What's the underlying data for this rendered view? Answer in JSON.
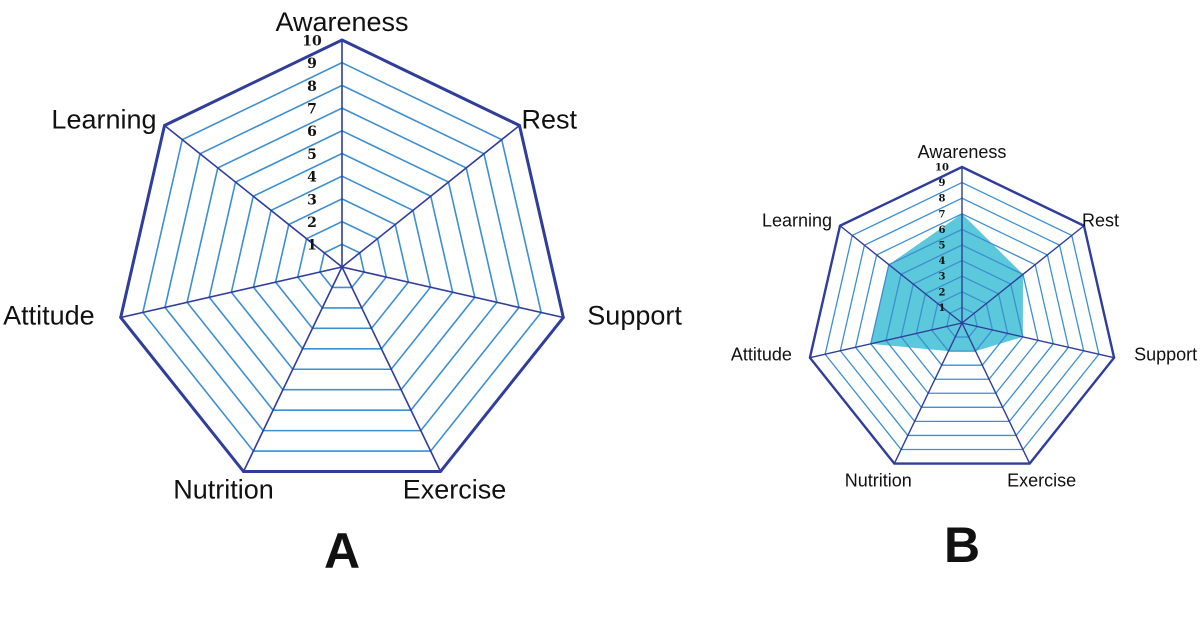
{
  "colors": {
    "grid": "#3d8fd1",
    "frame": "#2f3d9b",
    "fill": "#5bc8dc",
    "text": "#111111"
  },
  "chart_data": [
    {
      "type": "radar",
      "panel_label": "A",
      "axes": [
        "Awareness",
        "Rest",
        "Support",
        "Exercise",
        "Nutrition",
        "Attitude",
        "Learning"
      ],
      "scale": [
        1,
        2,
        3,
        4,
        5,
        6,
        7,
        8,
        9,
        10
      ],
      "rmax": 10,
      "series": []
    },
    {
      "type": "radar",
      "panel_label": "B",
      "axes": [
        "Awareness",
        "Rest",
        "Support",
        "Exercise",
        "Nutrition",
        "Attitude",
        "Learning"
      ],
      "scale": [
        1,
        2,
        3,
        4,
        5,
        6,
        7,
        8,
        9,
        10
      ],
      "rmax": 10,
      "series": [
        {
          "values": [
            7,
            5,
            4,
            2,
            2,
            6,
            6
          ]
        }
      ]
    }
  ]
}
